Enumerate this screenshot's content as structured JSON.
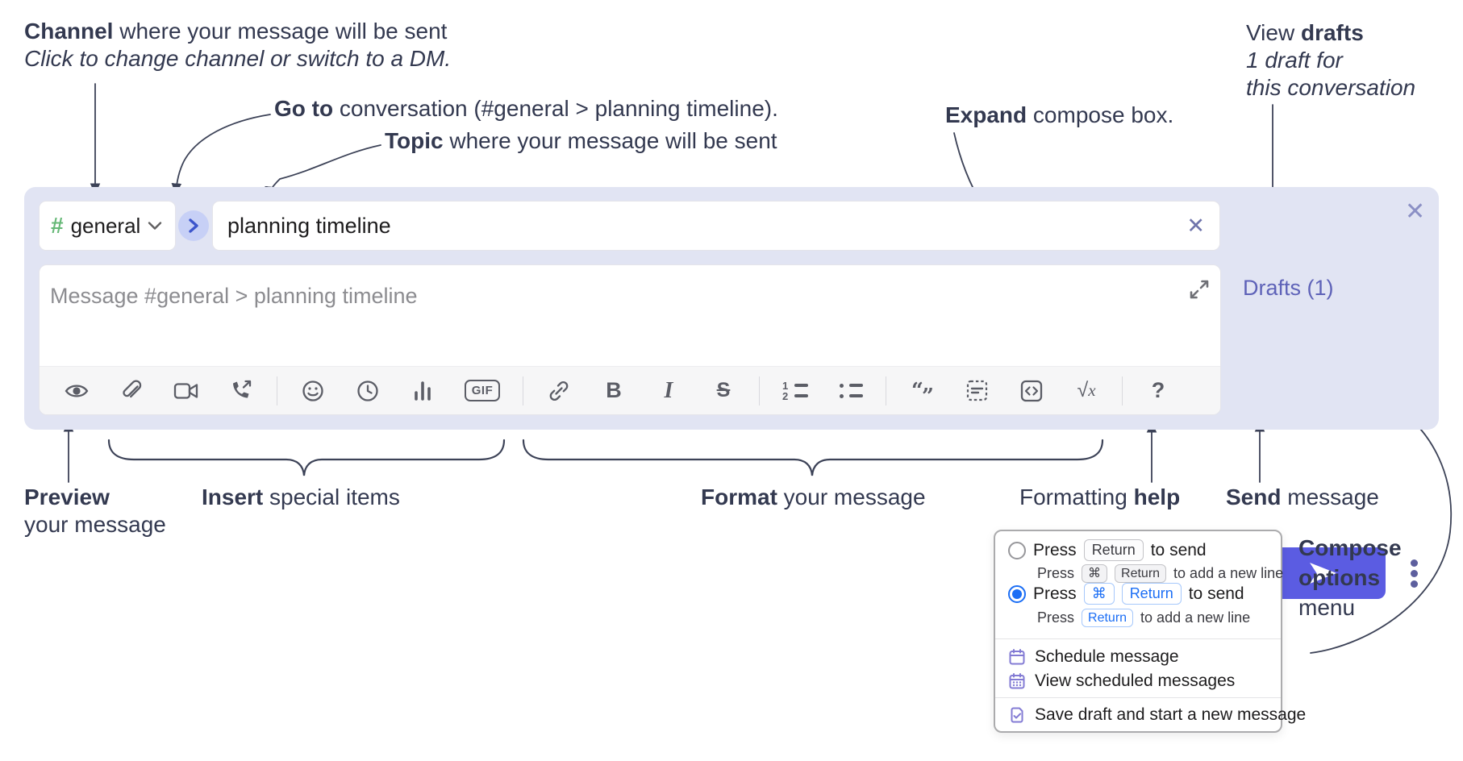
{
  "annotations": {
    "channel_line1_bold": "Channel",
    "channel_line1_rest": " where your message will be sent",
    "channel_line2": "Click to change channel or switch to a DM.",
    "goto_bold": "Go to",
    "goto_rest": " conversation (#general > planning timeline).",
    "topic_bold": "Topic",
    "topic_rest": " where your message will be sent",
    "expand_bold": "Expand",
    "expand_rest": " compose box.",
    "view_drafts_pre": "View ",
    "view_drafts_bold": "drafts",
    "view_drafts_line2": "1 draft for",
    "view_drafts_line3": "this conversation",
    "preview_bold": "Preview",
    "preview_line2": "your message",
    "insert_bold": "Insert",
    "insert_rest": " special items",
    "format_bold": "Format",
    "format_rest": " your message",
    "help_pre": "Formatting ",
    "help_bold": "help",
    "send_bold": "Send",
    "send_rest": " message",
    "options_bold_line1": "Compose",
    "options_bold_line2": "options",
    "options_line3": "menu"
  },
  "composer": {
    "channel_hash": "#",
    "channel_name": "general",
    "topic_value": "planning timeline",
    "message_placeholder": "Message #general > planning timeline",
    "drafts_label": "Drafts (1)",
    "close_glyph": "✕",
    "clear_topic_glyph": "✕",
    "gif_label": "GIF",
    "bold_glyph": "B",
    "italic_glyph": "I",
    "strike_glyph": "S",
    "ol_num1": "1",
    "ol_num2": "2",
    "quote_open": "“",
    "quote_close": "”",
    "formula_root": "√",
    "formula_var": "x",
    "help_glyph": "?"
  },
  "toolbar_icons": [
    "preview-eye",
    "attachment-paperclip",
    "video-clip",
    "audio-clip",
    "emoji",
    "recent-clock",
    "poll-bar-chart",
    "gif",
    "link",
    "bold",
    "italic",
    "strikethrough",
    "ordered-list",
    "bulleted-list",
    "blockquote",
    "code-block",
    "inline-code",
    "formula",
    "formatting-help"
  ],
  "menu": {
    "option_return": {
      "press": "Press",
      "key": "Return",
      "suffix": "to send",
      "sub_press": "Press",
      "sub_key1": "⌘",
      "sub_key2": "Return",
      "sub_suffix": "to add a new line",
      "selected": false
    },
    "option_cmd_return": {
      "press": "Press",
      "key1": "⌘",
      "key2": "Return",
      "suffix": "to send",
      "sub_press": "Press",
      "sub_key": "Return",
      "sub_suffix": "to add a new line",
      "selected": true
    },
    "items": [
      {
        "label": "Schedule message",
        "icon": "calendar-icon"
      },
      {
        "label": "View scheduled messages",
        "icon": "calendar-grid-icon"
      },
      {
        "label": "Save draft and start a new message",
        "icon": "save-draft-icon"
      }
    ]
  },
  "colors": {
    "compose_bg": "#e1e4f3",
    "send_button": "#5b5ce2",
    "drafts_link": "#5e62b8",
    "channel_hash_green": "#66b877",
    "goto_circle_bg": "#c7d0f6",
    "goto_chevron_blue": "#3c55cc",
    "popup_icon_purple": "#837bd4",
    "radio_selected_blue": "#1b6ef5",
    "annotation_text": "#333950",
    "toolbar_icon": "#5b5d66"
  }
}
